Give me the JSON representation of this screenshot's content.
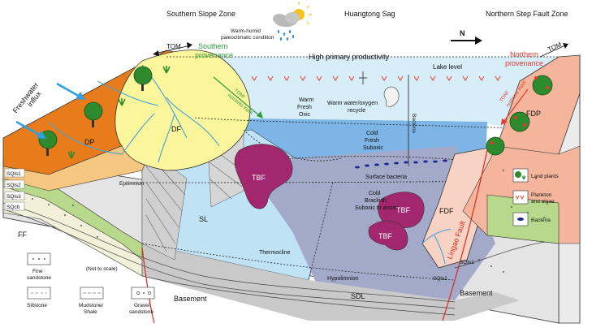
{
  "zones": {
    "south": "Southern Slope Zone",
    "center": "Huangtong Sag",
    "north": "Northern Step Fault Zone",
    "compass": "N"
  },
  "climate": {
    "line1": "Warm-humid",
    "line2": "paleoclimatic condition"
  },
  "labels": {
    "tom_left": "TOM",
    "tom_right": "TOM",
    "southern_provenance_1": "Southern",
    "southern_provenance_2": "provenance",
    "northern_provenance_1": "Northern",
    "northern_provenance_2": "provenance",
    "high_productivity": "High primary productivity",
    "lake_level": "Lake level",
    "freshwater_1": "Freshwater",
    "freshwater_2": "influx",
    "tom_input_left_1": "TOM/",
    "tom_input_left_2": "nutrients input",
    "tom_input_right_1": "TOM/",
    "tom_input_right_2": "nutrients input",
    "warm_1": "Warm",
    "warm_2": "Fresh",
    "warm_3": "Oxic",
    "recycle_1": "Warm water/oxygen",
    "recycle_2": "recycle",
    "bacteria_vertical": "Bacteria",
    "cold_1": "Cold",
    "cold_2": "Fresh",
    "cold_3": "Suboxic",
    "surface_bacteria": "Surface bacteria",
    "brack_1": "Cold",
    "brack_2": "Brackish",
    "brack_3": "Suboxic to anoxic",
    "epilimnion": "Epilimnion",
    "thermocline": "Thermocline",
    "hypolimnion": "Hypolimnion",
    "not_to_scale": "(Not to scale)",
    "basement_left": "Basement",
    "basement_right": "Basement",
    "lingao_fault": "Lingao Fault",
    "dp": "DP",
    "df": "DF",
    "ff": "FF",
    "sl": "SL",
    "sdl": "SDL",
    "tbf_1": "TBF",
    "tbf_2": "TBF",
    "tbf_3": "TBF",
    "fdf": "FDF",
    "fdp": "FDP",
    "sqls1_left": "SQls1",
    "sqls2_left": "SQls2",
    "sqls3_left": "SQls3",
    "sqch_left": "SQch",
    "sqls1_right": "SQls1",
    "sqls2_right": "SQls2"
  },
  "lithology_legend": [
    {
      "label_1": "Fine",
      "label_2": "sandstone"
    },
    {
      "label_1": "Siltstone",
      "label_2": ""
    },
    {
      "label_1": "Mudstone/",
      "label_2": "Shale"
    },
    {
      "label_1": "Gravel",
      "label_2": "sandstone"
    }
  ],
  "legend": [
    {
      "icon": "land-plant-icon",
      "label_1": "Land plants",
      "label_2": ""
    },
    {
      "icon": "plankton-icon",
      "label_1": "Plankton",
      "label_2": "and algae"
    },
    {
      "icon": "bacteria-icon",
      "label_1": "Bacteria",
      "label_2": ""
    }
  ],
  "colors": {
    "dp_orange": "#e87b1c",
    "df_yellow": "#fbf59c",
    "water_light": "#d7eef8",
    "water_mid": "#7cb5e6",
    "sl": "#bfe2f4",
    "sdl": "#a3a9c9",
    "tbf": "#a3276e",
    "fdp_pink": "#f4b59c",
    "fdf_pink": "#f8d3c3",
    "green_strata": "#b8d98b",
    "provenance_green": "#2e9a3b",
    "provenance_red": "#e53a2c",
    "fault_red": "#d62a1e",
    "arrow_blue": "#2f9fe0"
  }
}
